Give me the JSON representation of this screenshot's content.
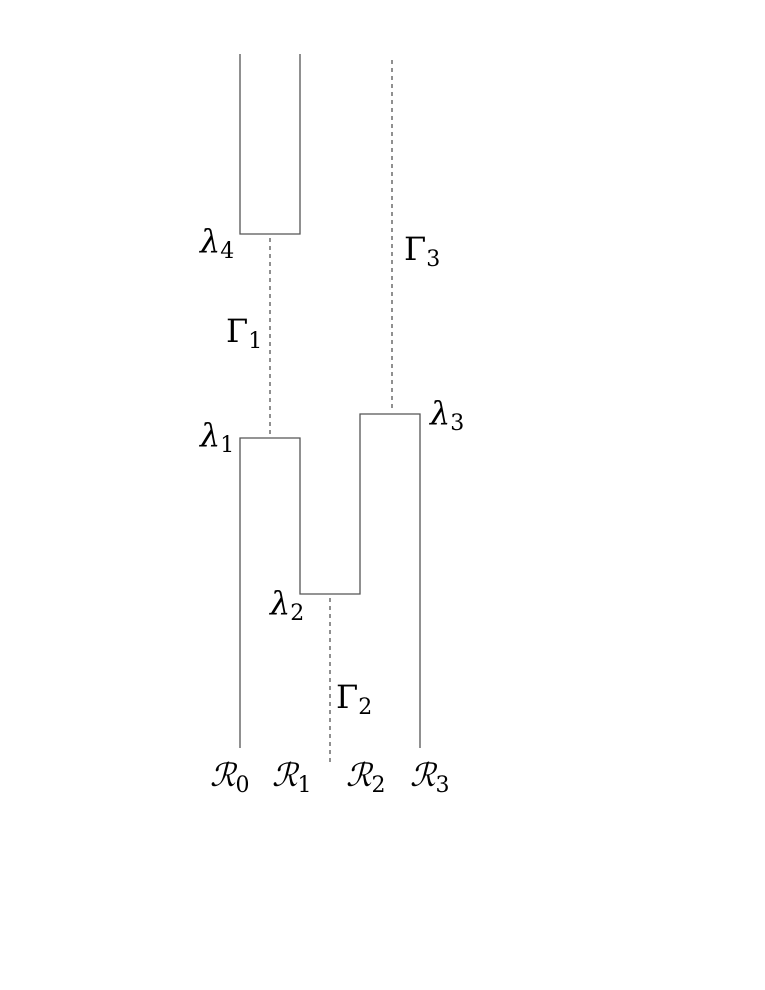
{
  "labels": {
    "lambda4": {
      "sym": "λ",
      "sub": "4"
    },
    "lambda1": {
      "sym": "λ",
      "sub": "1"
    },
    "lambda2": {
      "sym": "λ",
      "sub": "2"
    },
    "lambda3": {
      "sym": "λ",
      "sub": "3"
    },
    "gamma1": {
      "sym": "Γ",
      "sub": "1"
    },
    "gamma2": {
      "sym": "Γ",
      "sub": "2"
    },
    "gamma3": {
      "sym": "Γ",
      "sub": "3"
    },
    "r0": {
      "sym": "ℛ",
      "sub": "0"
    },
    "r1": {
      "sym": "ℛ",
      "sub": "1"
    },
    "r2": {
      "sym": "ℛ",
      "sub": "2"
    },
    "r3": {
      "sym": "ℛ",
      "sub": "3"
    }
  },
  "colors": {
    "line": "#555555",
    "text": "#000000"
  }
}
